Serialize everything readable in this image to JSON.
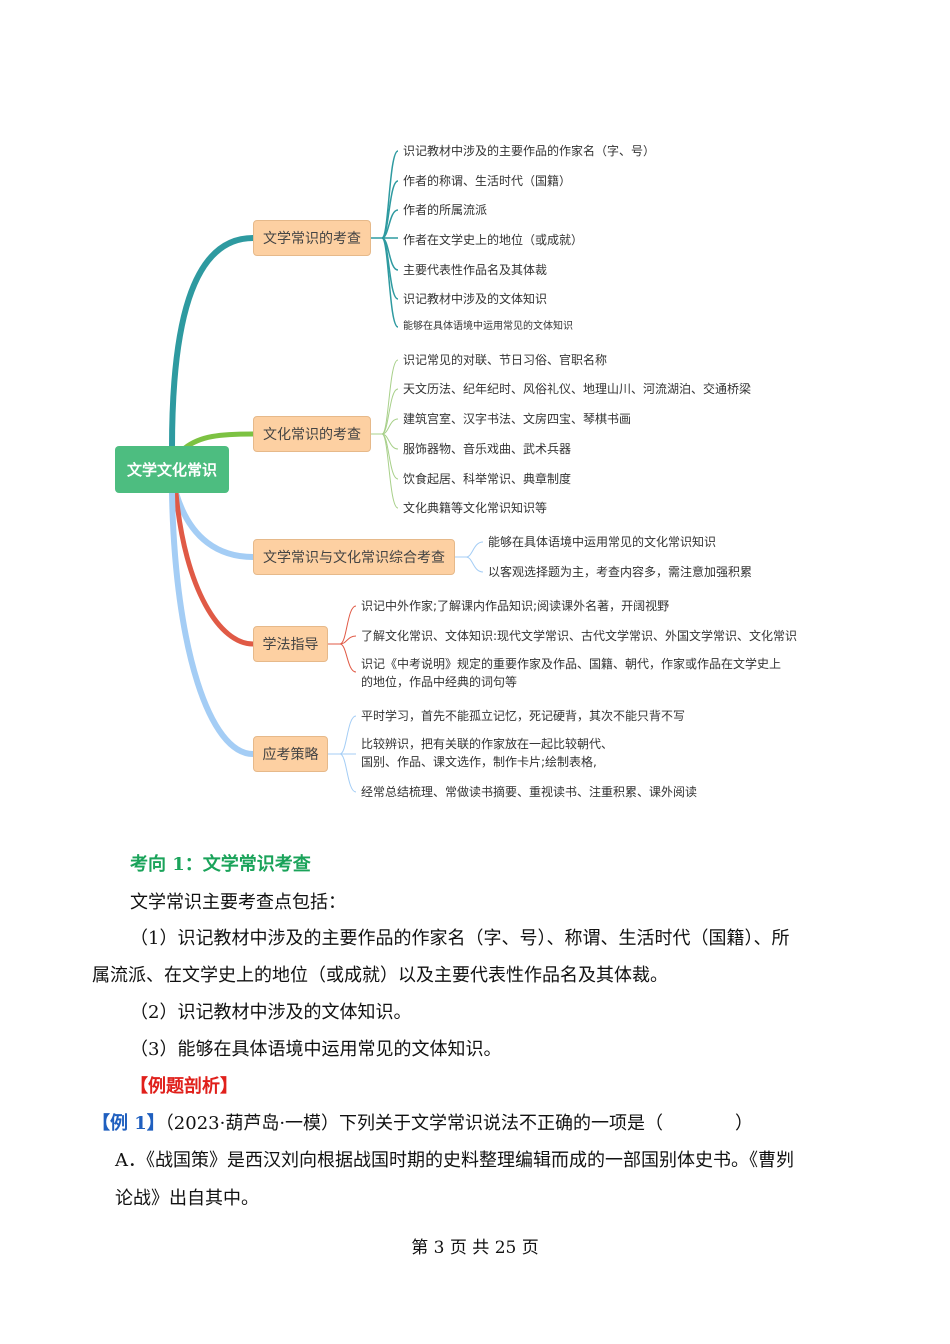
{
  "mindmap": {
    "root": "文学文化常识",
    "branches": [
      {
        "label": "文学常识的考查",
        "color": "#2e9aa0",
        "leaves": [
          "识记教材中涉及的主要作品的作家名（字、号）",
          "作者的称谓、生活时代（国籍）",
          "作者的所属流派",
          "作者在文学史上的地位（或成就）",
          "主要代表性作品名及其体裁",
          "识记教材中涉及的文体知识",
          "能够在具体语境中运用常见的文体知识"
        ]
      },
      {
        "label": "文化常识的考查",
        "color": "#7cc242",
        "leaves": [
          "识记常见的对联、节日习俗、官职名称",
          "天文历法、纪年纪时、风俗礼仪、地理山川、河流湖泊、交通桥梁",
          "建筑宫室、汉字书法、文房四宝、琴棋书画",
          "服饰器物、音乐戏曲、武术兵器",
          "饮食起居、科举常识、典章制度",
          "文化典籍等文化常识知识等"
        ]
      },
      {
        "label": "文学常识与文化常识综合考查",
        "color": "#a4cdf5",
        "leaves": [
          "能够在具体语境中运用常见的文化常识知识",
          "以客观选择题为主，考查内容多，需注意加强积累"
        ]
      },
      {
        "label": "学法指导",
        "color": "#e05a46",
        "leaves": [
          "识记中外作家;了解课内作品知识;阅读课外名著，开阔视野",
          "了解文化常识、文体知识:现代文学常识、古代文学常识、外国文学常识、文化常识",
          "识记《中考说明》规定的重要作家及作品、国籍、朝代，作家或作品在文学史上",
          "的地位，作品中经典的词句等"
        ]
      },
      {
        "label": "应考策略",
        "color": "#a4cdf5",
        "leaves": [
          "平时学习，首先不能孤立记忆，死记硬背，其次不能只背不写",
          "比较辨识，把有关联的作家放在一起比较朝代、",
          "国别、作品、课文选作，制作卡片;绘制表格,",
          "经常总结梳理、常做读书摘要、重视读书、注重积累、课外阅读"
        ]
      }
    ]
  },
  "body": {
    "heading": "考向 1：文学常识考查",
    "intro": "文学常识主要考查点包括：",
    "p1a": "（1）识记教材中涉及的主要作品的作家名（字、号）、称谓、生活时代（国籍）、所",
    "p1b": "属流派、在文学史上的地位（或成就）以及主要代表性作品名及其体裁。",
    "p2": "（2）识记教材中涉及的文体知识。",
    "p3": "（3）能够在具体语境中运用常见的文体知识。",
    "example_title": "【例题剖析】",
    "ex_label": "【例 1】",
    "ex_text": "（2023·葫芦岛·一模）下列关于文学常识说法不正确的一项是（　　　　）",
    "optA1": "A．《战国策》是西汉刘向根据战国时期的史料整理编辑而成的一部国别体史书。《曹刿",
    "optA2": "论战》出自其中。"
  },
  "footer": "第 3 页  共 25 页"
}
